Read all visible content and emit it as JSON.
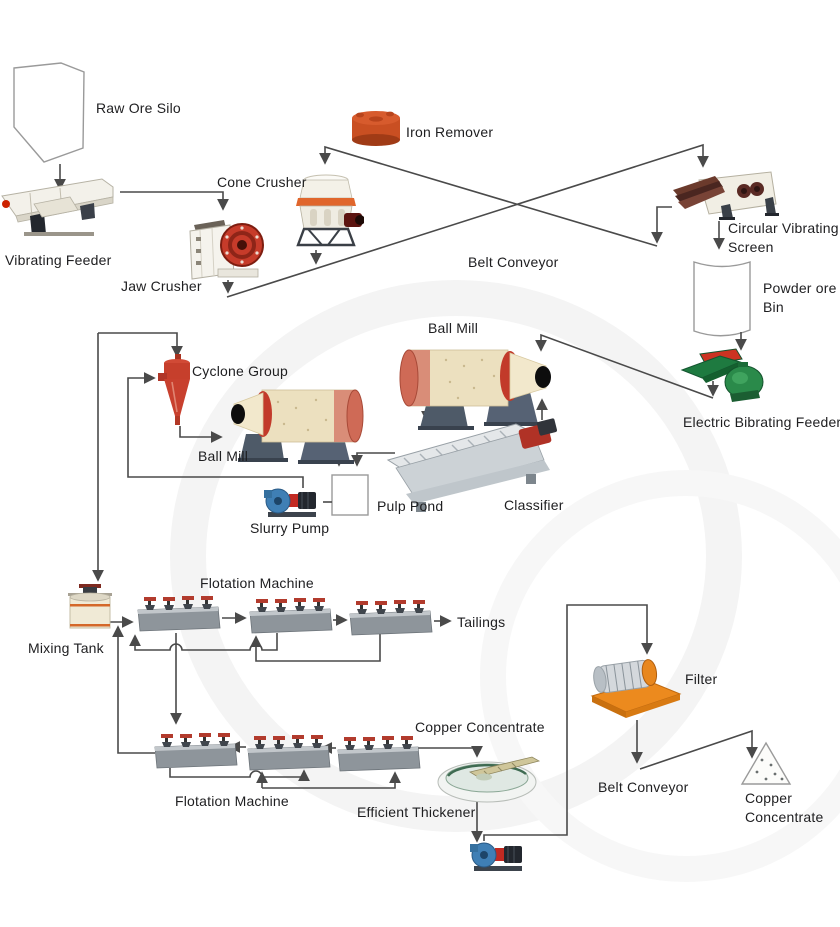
{
  "diagram": {
    "labels": {
      "raw_ore_silo": "Raw Ore Silo",
      "vibrating_feeder": "Vibrating Feeder",
      "jaw_crusher": "Jaw Crusher",
      "cone_crusher": "Cone Crusher",
      "iron_remover": "Iron Remover",
      "belt_conveyor_top": "Belt Conveyor",
      "circular_vibrating_screen_line1": "Circular Vibrating",
      "circular_vibrating_screen_line2": "Screen",
      "powder_ore_bin_line1": "Powder ore",
      "powder_ore_bin_line2": "Bin",
      "electric_vibrating_feeder": "Electric Bibrating Feeder",
      "ball_mill_right": "Ball Mill",
      "ball_mill_left": "Ball Mill",
      "cyclone_group": "Cyclone Group",
      "classifier": "Classifier",
      "pulp_pond": "Pulp Pond",
      "slurry_pump": "Slurry Pump",
      "mixing_tank": "Mixing Tank",
      "flotation_machine_row1": "Flotation Machine",
      "flotation_machine_row2": "Flotation Machine",
      "tailings": "Tailings",
      "copper_concentrate_mid": "Copper Concentrate",
      "efficient_thickener": "Efficient Thickener",
      "filter": "Filter",
      "belt_conveyor_bottom": "Belt Conveyor",
      "copper_concentrate_final_line1": "Copper",
      "copper_concentrate_final_line2": "Concentrate"
    },
    "colors": {
      "flow_line": "#4a4a4a",
      "accent_red": "#c0392b",
      "machine_orange": "#e8871e",
      "machine_green": "#2a8a4a",
      "outline_gray": "#9a9a9a",
      "watermark": "#f4f4f4"
    }
  }
}
